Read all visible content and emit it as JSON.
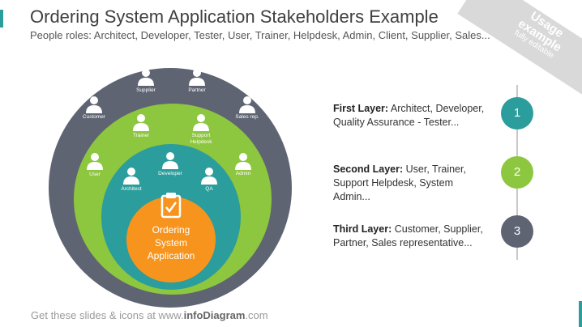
{
  "title": "Ordering System Application Stakeholders Example",
  "subtitle": "People roles: Architect, Developer, Tester, User, Trainer, Helpdesk, Admin, Client, Supplier, Sales...",
  "ribbon": {
    "line1": "Usage",
    "line2": "example",
    "line3": "fully editable"
  },
  "colors": {
    "outer": "#5f6473",
    "middle": "#8dc63f",
    "inner": "#2a9d9c",
    "center": "#f7941d",
    "accent": "#2a9d9c"
  },
  "center": {
    "line1": "Ordering",
    "line2": "System",
    "line3": "Application",
    "icon": "clipboard-check-icon"
  },
  "people": {
    "supplier": "Supplier",
    "partner": "Partner",
    "customer": "Customer",
    "sales_rep": "Sales rep.",
    "trainer": "Trainer",
    "support_line1": "Support",
    "support_line2": "Helpdesk",
    "user": "User",
    "admin": "Admin",
    "developer": "Developer",
    "architect": "Architect",
    "qa": "QA"
  },
  "layers": [
    {
      "number": "1",
      "heading": "First Layer:",
      "text": " Architect, Developer, Quality Assurance - Tester...",
      "color": "#2a9d9c"
    },
    {
      "number": "2",
      "heading": "Second Layer:",
      "text": " User, Trainer, Support Helpdesk, System Admin...",
      "color": "#8dc63f"
    },
    {
      "number": "3",
      "heading": "Third Layer:",
      "text": " Customer, Supplier, Partner, Sales representative...",
      "color": "#5f6473"
    }
  ],
  "footer": {
    "prefix": "Get these slides & icons at www.",
    "brand": "infoDiagram",
    "suffix": ".com"
  }
}
